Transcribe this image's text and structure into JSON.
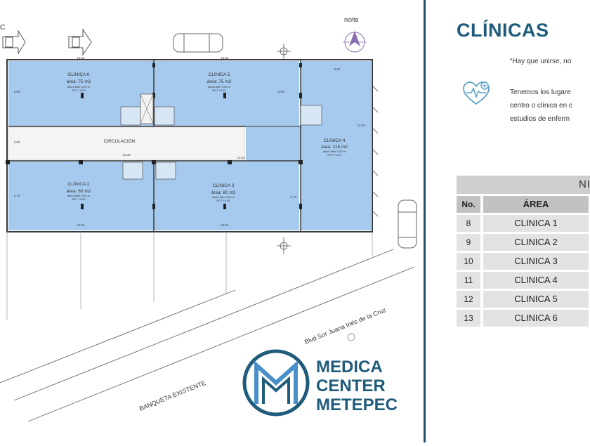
{
  "plan": {
    "north_label": "norte",
    "left_edge_label": "C",
    "clinics": [
      {
        "name": "CLÍNICA 6",
        "area": "área: 75 m2",
        "height": "altura libre 3.00 m",
        "npt": "NPT +0.00"
      },
      {
        "name": "CLÍNICA 5",
        "area": "área: 75 m2",
        "height": "altura libre 3.00 m",
        "npt": "NPT +0.00"
      },
      {
        "name": "CLÍNICA 4",
        "area": "área: 115 m2",
        "height": "altura libre 3.00 m",
        "npt": "NPT +0.00"
      },
      {
        "name": "CLÍNICA 2",
        "area": "área: 80 m2",
        "height": "altura libre 3.00 m",
        "npt": "NPT +0.00"
      },
      {
        "name": "CLÍNICA 3",
        "area": "área: 80 m2",
        "height": "altura libre 3.00 m",
        "npt": "NPT +0.00"
      }
    ],
    "circulation_label": "CIRCULACIÓN",
    "circulation_dim": "21.30",
    "dims": {
      "top_left": "13.01",
      "top_mid": "13.01",
      "top_right": "6.62",
      "left_upper": "5.85",
      "left_lower": "6.19",
      "left_mid": "3.00",
      "mid_upper": "5.85",
      "mid_lower": "5.73",
      "right_side": "10.85",
      "corridor_right": "10.63",
      "bottom_left": "13.01",
      "bottom_mid": "13.01"
    },
    "street_label": "Blvd Sor Juana Inés de la Cruz",
    "sidewalk_label": "BANQUETA EXISTENTE"
  },
  "logo": {
    "line1": "MEDICA",
    "line2": "CENTER",
    "line3": "METEPEC"
  },
  "panel": {
    "title": "CLÍNICAS",
    "quote": "“Hay que unirse, no",
    "desc_lines": [
      "Tenemos los lugare",
      "centro o clínica en c",
      "estudios de enferm"
    ],
    "icon": "heart-monitor-icon"
  },
  "table": {
    "header": "NIVE",
    "col_no": "No.",
    "col_area": "ÁREA",
    "rows": [
      {
        "no": "8",
        "area": "CLINICA 1"
      },
      {
        "no": "9",
        "area": "CLINICA 2"
      },
      {
        "no": "10",
        "area": "CLINICA 3"
      },
      {
        "no": "11",
        "area": "CLINICA 4"
      },
      {
        "no": "12",
        "area": "CLINICA 5"
      },
      {
        "no": "13",
        "area": "CLINICA 6"
      }
    ]
  },
  "colors": {
    "room_fill": "#a6caee",
    "wall": "#3a3a3a",
    "brand": "#1f5b7a",
    "table_bg": "#e3e3e3"
  }
}
